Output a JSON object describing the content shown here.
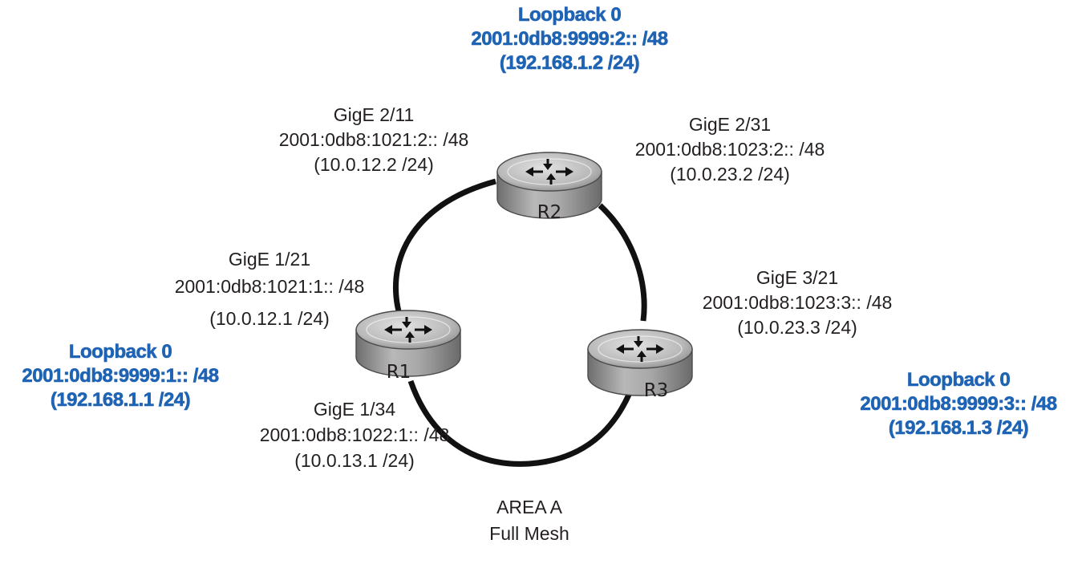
{
  "colors": {
    "loopback_blue": "#1f63b4",
    "link_black": "#111111",
    "router_body": "#9a9a9a",
    "text": "#231f20"
  },
  "routers": [
    {
      "id": "R1",
      "label": "R1",
      "icon": "router-icon"
    },
    {
      "id": "R2",
      "label": "R2",
      "icon": "router-icon"
    },
    {
      "id": "R3",
      "label": "R3",
      "icon": "router-icon"
    }
  ],
  "loopbacks": {
    "r1": {
      "name": "Loopback 0",
      "ipv6": "2001:0db8:9999:1:: /48",
      "ipv4": "(192.168.1.1 /24)"
    },
    "r2": {
      "name": "Loopback 0",
      "ipv6": "2001:0db8:9999:2:: /48",
      "ipv4": "(192.168.1.2 /24)"
    },
    "r3": {
      "name": "Loopback 0",
      "ipv6": "2001:0db8:9999:3:: /48",
      "ipv4": "(192.168.1.3 /24)"
    }
  },
  "interfaces": {
    "r2_gige_2_11": {
      "name": "GigE 2/11",
      "ipv6": "2001:0db8:1021:2:: /48",
      "ipv4": "(10.0.12.2 /24)"
    },
    "r2_gige_2_31": {
      "name": "GigE 2/31",
      "ipv6": "2001:0db8:1023:2:: /48",
      "ipv4": "(10.0.23.2 /24)"
    },
    "r1_gige_1_21": {
      "name": "GigE 1/21",
      "ipv6": "2001:0db8:1021:1:: /48",
      "ipv4": "(10.0.12.1 /24)"
    },
    "r3_gige_3_21": {
      "name": "GigE 3/21",
      "ipv6": "2001:0db8:1023:3:: /48",
      "ipv4": "(10.0.23.3 /24)"
    },
    "r1_gige_1_34": {
      "name": "GigE 1/34",
      "ipv6": "2001:0db8:1022:1:: /48",
      "ipv4": "(10.0.13.1 /24)"
    }
  },
  "area": {
    "name": "AREA A",
    "topology": "Full Mesh"
  }
}
